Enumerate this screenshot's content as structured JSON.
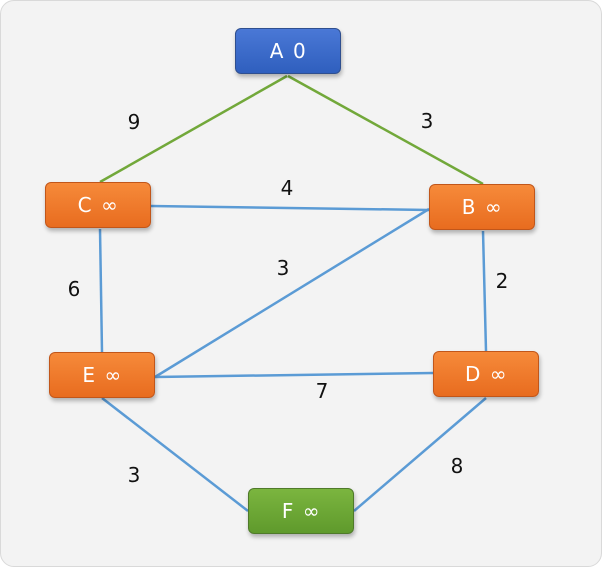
{
  "colors": {
    "node_start": "#3a6bd0",
    "node_unvisited": "#f07a2c",
    "node_target": "#6aa834",
    "edge_visited": "#72a83a",
    "edge_default": "#5b9bd5"
  },
  "nodes": {
    "A": {
      "name": "A",
      "dist": "0"
    },
    "B": {
      "name": "B",
      "dist": "∞"
    },
    "C": {
      "name": "C",
      "dist": "∞"
    },
    "D": {
      "name": "D",
      "dist": "∞"
    },
    "E": {
      "name": "E",
      "dist": "∞"
    },
    "F": {
      "name": "F",
      "dist": "∞"
    }
  },
  "edges": [
    {
      "from": "A",
      "to": "C",
      "weight": "9",
      "style": "visited"
    },
    {
      "from": "A",
      "to": "B",
      "weight": "3",
      "style": "visited"
    },
    {
      "from": "C",
      "to": "B",
      "weight": "4",
      "style": "default"
    },
    {
      "from": "C",
      "to": "E",
      "weight": "6",
      "style": "default"
    },
    {
      "from": "E",
      "to": "B",
      "weight": "3",
      "style": "default"
    },
    {
      "from": "B",
      "to": "D",
      "weight": "2",
      "style": "default"
    },
    {
      "from": "E",
      "to": "D",
      "weight": "7",
      "style": "default"
    },
    {
      "from": "E",
      "to": "F",
      "weight": "3",
      "style": "default"
    },
    {
      "from": "D",
      "to": "F",
      "weight": "8",
      "style": "default"
    }
  ]
}
